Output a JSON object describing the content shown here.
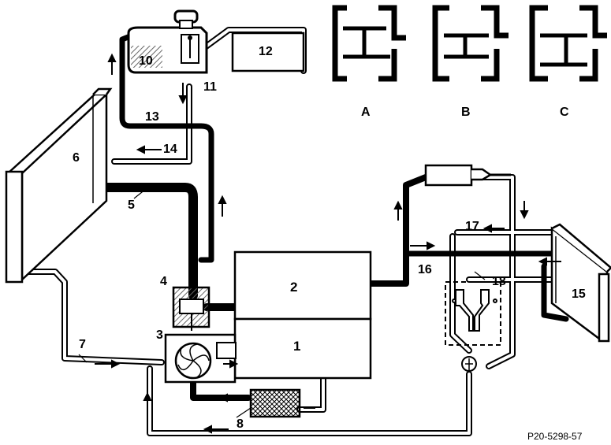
{
  "labels": {
    "n1": "1",
    "n2": "2",
    "n3": "3",
    "n4": "4",
    "n5": "5",
    "n6": "6",
    "n7": "7",
    "n8": "8",
    "n10": "10",
    "n11": "11",
    "n12": "12",
    "n13": "13",
    "n14": "14",
    "n15": "15",
    "n16": "16",
    "n17": "17",
    "n18": "18"
  },
  "valve_states": {
    "a": "A",
    "b": "B",
    "c": "C"
  },
  "reference": "P20-5298-57",
  "colors": {
    "ink": "#000000",
    "paper": "#ffffff",
    "hatch": "#999999"
  }
}
